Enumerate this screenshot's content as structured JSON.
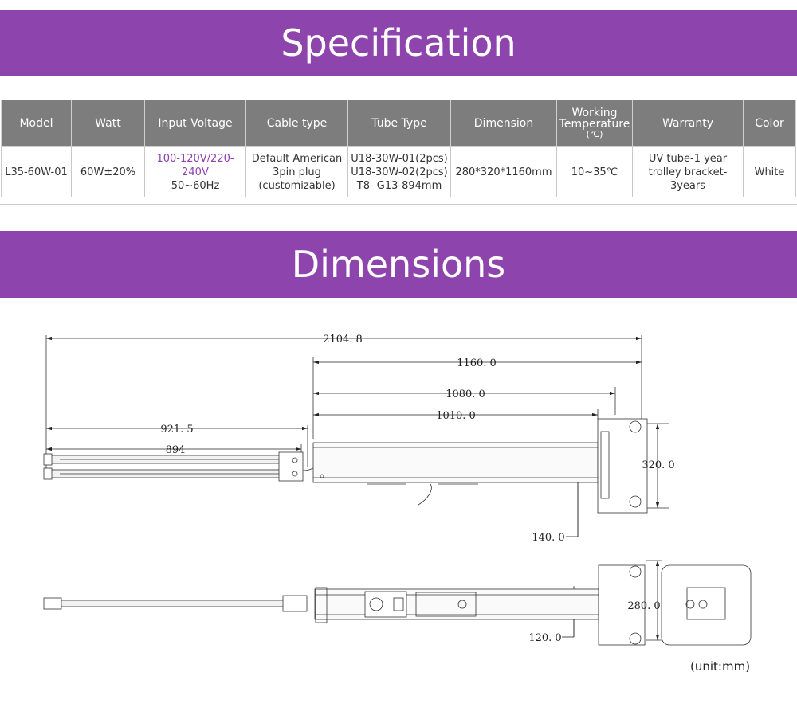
{
  "sections": {
    "spec_title": "Specification",
    "dim_title": "Dimensions"
  },
  "table": {
    "headers": {
      "model": "Model",
      "watt": "Watt",
      "voltage": "Input Voltage",
      "cable": "Cable type",
      "tube": "Tube Type",
      "dimension": "Dimension",
      "working_1": "Working",
      "working_2": "Temperature",
      "working_3": "(℃)",
      "warranty": "Warranty",
      "color": "Color"
    },
    "row": {
      "model": "L35-60W-01",
      "watt": "60W±20%",
      "voltage_1": "100-120V/220-240V",
      "voltage_2": "50~60Hz",
      "cable_1": "Default American",
      "cable_2": "3pin plug",
      "cable_3": "(customizable)",
      "tube_1": "U18-30W-01(2pcs)",
      "tube_2": "U18-30W-02(2pcs)",
      "tube_3": "T8-  G13-894mm",
      "dimension": "280*320*1160mm",
      "temperature": "10~35℃",
      "warranty_1": "UV tube-1 year",
      "warranty_2": "trolley bracket-3years",
      "color": "White"
    }
  },
  "dimensions": {
    "overall_length": "2104. 8",
    "length_1160": "1160. 0",
    "length_1080": "1080. 0",
    "length_1010": "1010. 0",
    "tube_921": "921. 5",
    "tube_894": "894",
    "height_320": "320. 0",
    "depth_140": "140. 0",
    "height_280": "280. 0",
    "depth_120": "120. 0"
  },
  "unit_label": "(unit:mm)",
  "colors": {
    "accent": "#8e44ad",
    "header_bg": "#7d7d7d"
  }
}
